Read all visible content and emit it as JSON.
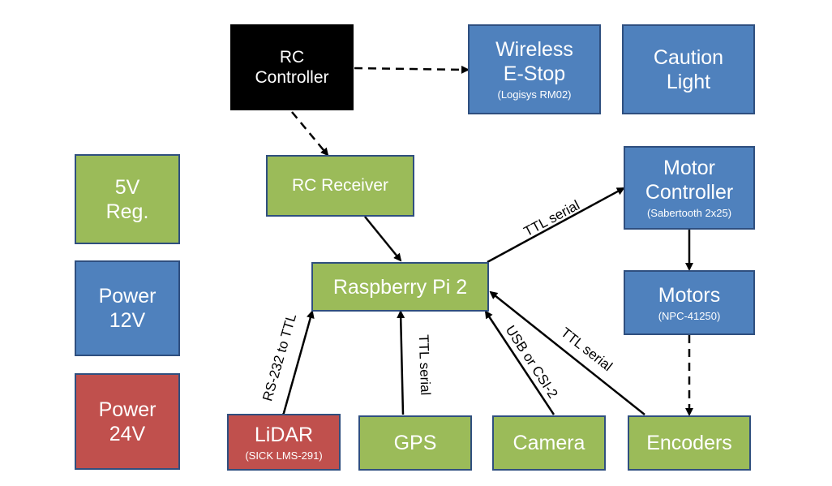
{
  "colors": {
    "blue": "#4f81bd",
    "green": "#9bbb59",
    "red": "#c0504d",
    "black": "#000000",
    "border": "#2f4f7f"
  },
  "nodes": {
    "rc_controller": {
      "lines": [
        "RC",
        "Controller"
      ],
      "sub": ""
    },
    "wireless_estop": {
      "lines": [
        "Wireless",
        "E-Stop"
      ],
      "sub": "(Logisys RM02)"
    },
    "caution_light": {
      "lines": [
        "Caution",
        "Light"
      ],
      "sub": ""
    },
    "rc_receiver": {
      "lines": [
        "RC Receiver"
      ],
      "sub": ""
    },
    "motor_controller": {
      "lines": [
        "Motor",
        "Controller"
      ],
      "sub": "(Sabertooth 2x25)"
    },
    "reg_5v": {
      "lines": [
        "5V",
        "Reg."
      ],
      "sub": ""
    },
    "raspberry_pi": {
      "lines": [
        "Raspberry Pi 2"
      ],
      "sub": ""
    },
    "motors": {
      "lines": [
        "Motors"
      ],
      "sub": "(NPC-41250)"
    },
    "power_12v": {
      "lines": [
        "Power",
        "12V"
      ],
      "sub": ""
    },
    "power_24v": {
      "lines": [
        "Power",
        "24V"
      ],
      "sub": ""
    },
    "lidar": {
      "lines": [
        "LiDAR"
      ],
      "sub": "(SICK LMS-291)"
    },
    "gps": {
      "lines": [
        "GPS"
      ],
      "sub": ""
    },
    "camera": {
      "lines": [
        "Camera"
      ],
      "sub": ""
    },
    "encoders": {
      "lines": [
        "Encoders"
      ],
      "sub": ""
    }
  },
  "edges": {
    "pi_motor_controller": "TTL serial",
    "pi_lidar": "RS-232 to TTL",
    "pi_gps": "TTL serial",
    "pi_camera": "USB or CSI-2",
    "pi_encoders": "TTL serial"
  }
}
